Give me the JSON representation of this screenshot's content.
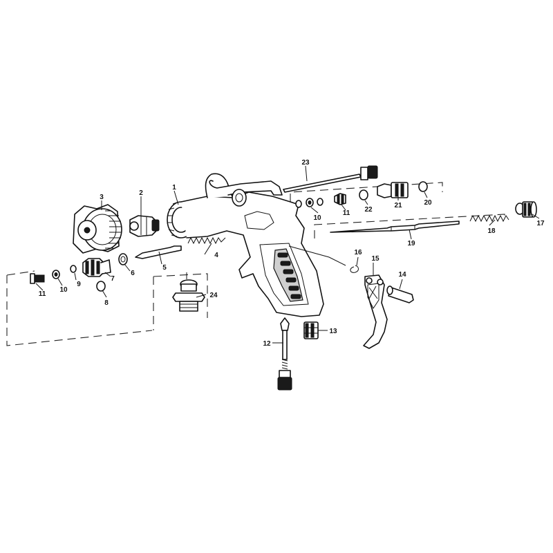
{
  "callouts": [
    {
      "id": "1",
      "text": "1"
    },
    {
      "id": "2",
      "text": "2"
    },
    {
      "id": "3",
      "text": "3"
    },
    {
      "id": "4",
      "text": "4"
    },
    {
      "id": "5",
      "text": "5"
    },
    {
      "id": "6",
      "text": "6"
    },
    {
      "id": "7",
      "text": "7"
    },
    {
      "id": "8",
      "text": "8"
    },
    {
      "id": "9",
      "text": "9"
    },
    {
      "id": "10a",
      "text": "10"
    },
    {
      "id": "11a",
      "text": "11"
    },
    {
      "id": "10b",
      "text": "10"
    },
    {
      "id": "11b",
      "text": "11"
    },
    {
      "id": "12",
      "text": "12"
    },
    {
      "id": "13",
      "text": "13"
    },
    {
      "id": "14",
      "text": "14"
    },
    {
      "id": "15",
      "text": "15"
    },
    {
      "id": "16",
      "text": "16"
    },
    {
      "id": "17",
      "text": "17"
    },
    {
      "id": "18",
      "text": "18"
    },
    {
      "id": "19",
      "text": "19"
    },
    {
      "id": "20",
      "text": "20"
    },
    {
      "id": "21",
      "text": "21"
    },
    {
      "id": "22",
      "text": "22"
    },
    {
      "id": "23",
      "text": "23"
    },
    {
      "id": "24",
      "text": "24"
    }
  ]
}
